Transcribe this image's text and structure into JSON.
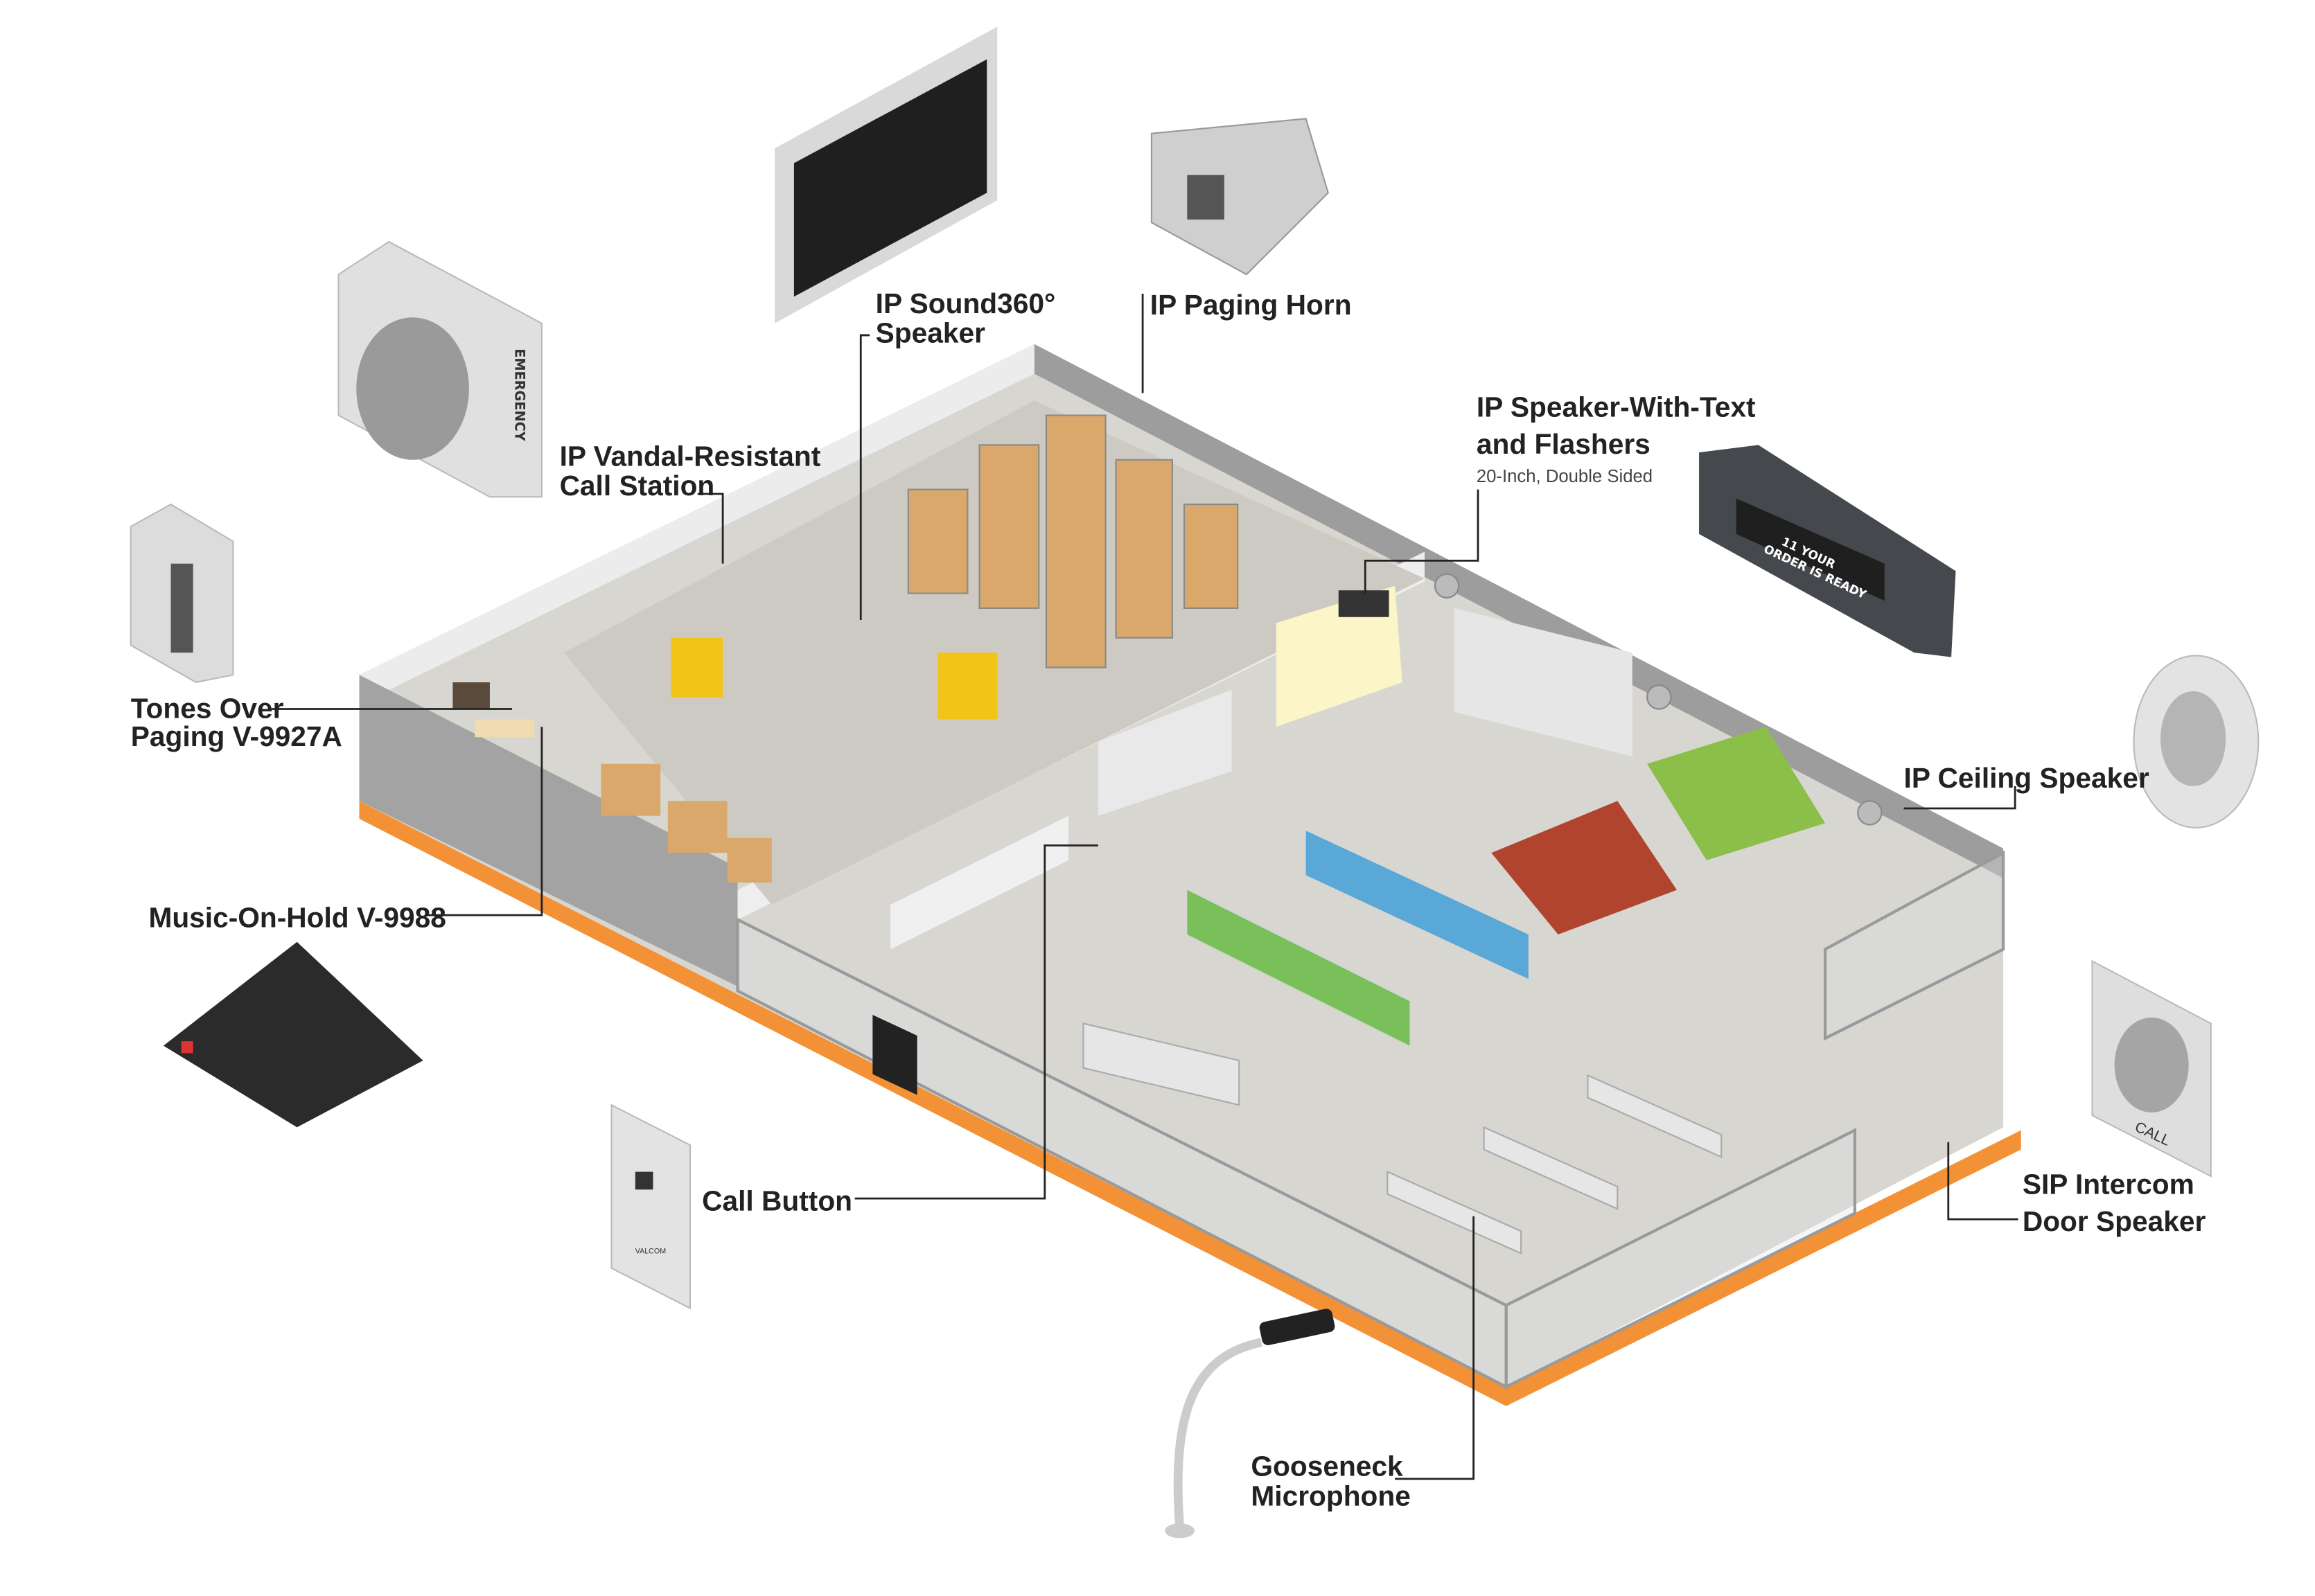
{
  "labels": {
    "sound360": [
      "IP Sound360°",
      "Speaker"
    ],
    "paging_horn": "IP Paging Horn",
    "call_station": [
      "IP Vandal-Resistant",
      "Call Station"
    ],
    "speaker_text": [
      "IP Speaker-With-Text",
      "and Flashers"
    ],
    "speaker_text_sub": "20-Inch, Double Sided",
    "tones": [
      "Tones Over",
      "Paging V-9927A"
    ],
    "music_on_hold": "Music-On-Hold V-9988",
    "call_button": "Call Button",
    "ceiling_speaker": "IP Ceiling Speaker",
    "intercom": [
      "SIP Intercom",
      "Door Speaker"
    ],
    "gooseneck": [
      "Gooseneck",
      "Microphone"
    ]
  },
  "device_text": {
    "emergency": "EMERGENCY",
    "display_line1": "11 YOUR",
    "display_line2": "ORDER IS READY",
    "call": "CALL",
    "brand": "VALCOM"
  },
  "colors": {
    "accent_orange": "#f39137",
    "wall_gray": "#a3a3a3",
    "floor": "#d8d6d1",
    "device_dark": "#3f4347"
  }
}
